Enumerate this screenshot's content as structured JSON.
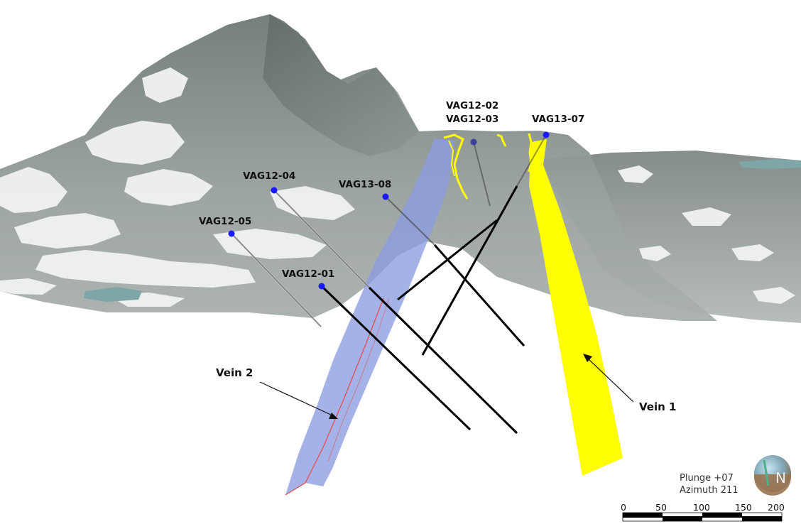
{
  "drillholes": [
    {
      "id": "VAG12-02"
    },
    {
      "id": "VAG12-03"
    },
    {
      "id": "VAG13-07"
    },
    {
      "id": "VAG12-04"
    },
    {
      "id": "VAG13-08"
    },
    {
      "id": "VAG12-05"
    },
    {
      "id": "VAG12-01"
    }
  ],
  "veins": [
    {
      "label": "Vein 1",
      "color": "#ffff00"
    },
    {
      "label": "Vein 2",
      "color": "#8c9ce0"
    }
  ],
  "view": {
    "plunge": "Plunge +07",
    "azimuth": "Azimuth 211",
    "compass_label": "N"
  },
  "scale_bar": {
    "ticks": [
      "0",
      "50",
      "100",
      "150",
      "200"
    ]
  }
}
